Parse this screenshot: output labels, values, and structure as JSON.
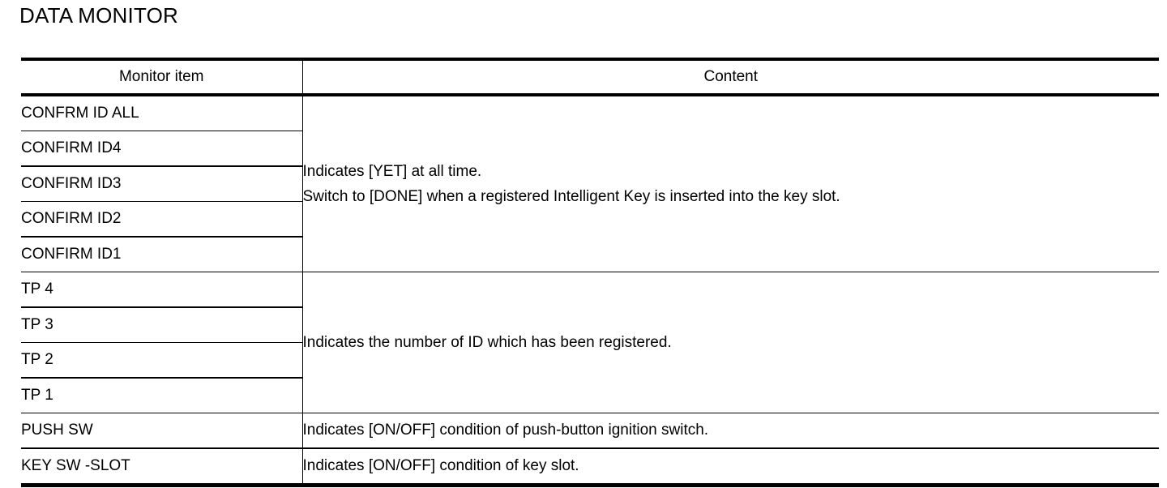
{
  "page": {
    "title": "DATA MONITOR"
  },
  "table": {
    "headers": {
      "item": "Monitor item",
      "content": "Content"
    },
    "groups": [
      {
        "id": "confirm-id-group",
        "items": [
          "CONFRM ID ALL",
          "CONFIRM ID4",
          "CONFIRM ID3",
          "CONFIRM ID2",
          "CONFIRM ID1"
        ],
        "content_lines": [
          "Indicates [YET] at all time.",
          "Switch to [DONE] when a registered Intelligent Key is inserted into the key slot."
        ]
      },
      {
        "id": "tp-group",
        "items": [
          "TP 4",
          "TP 3",
          "TP 2",
          "TP 1"
        ],
        "content_lines": [
          "Indicates the number of ID which has been registered."
        ]
      },
      {
        "id": "push-sw-group",
        "items": [
          "PUSH SW"
        ],
        "content_lines": [
          "Indicates [ON/OFF] condition of push-button ignition switch."
        ]
      },
      {
        "id": "key-sw-slot-group",
        "items": [
          "KEY SW -SLOT"
        ],
        "content_lines": [
          "Indicates [ON/OFF] condition of key slot."
        ]
      }
    ]
  },
  "colors": {
    "rule": "#000000",
    "text": "#000000",
    "background": "#ffffff"
  }
}
